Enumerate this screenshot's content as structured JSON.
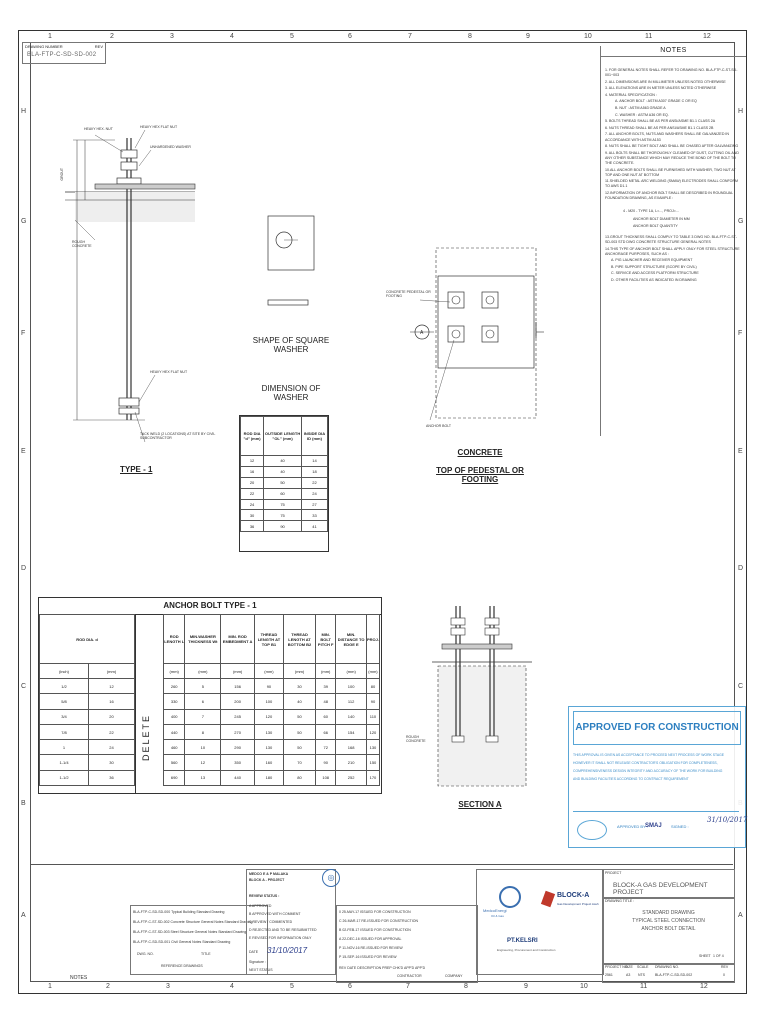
{
  "sheet": {
    "grid_cols": [
      "1",
      "2",
      "3",
      "4",
      "5",
      "6",
      "7",
      "8",
      "9",
      "10",
      "11",
      "12"
    ],
    "grid_rows": [
      "A",
      "B",
      "C",
      "D",
      "E",
      "F",
      "G",
      "H"
    ]
  },
  "drawing_number_box": {
    "label": "DRAWING NUMBER",
    "value": "BLA-FTP-C-SD-SD-002",
    "rev_label": "REV"
  },
  "notes": {
    "title": "NOTES",
    "items": [
      "1. FOR GENERAL NOTES SHALL REFER TO DRAWING NO. BLA-FTP-C-ST-SD-001~003",
      "2. ALL DIMENSIONS ARE IN MILLIMETER UNLESS NOTED OTHERWISE",
      "3. ALL ELEVATIONS ARE IN METER UNLESS NOTED OTHERWISE",
      "4. MATERIAL SPECIFICATION :",
      "A. ANCHOR BOLT : ASTM A307 GRADE C OR EQ",
      "B. NUT : ASTM A563 GRADE A",
      "C. WASHER : ASTM A36 OR EQ.",
      "5. BOLTS THREAD SHALL BE AS PER ANSI/ASME B1.1 CLASS 2A",
      "6. NUTS THREAD SHALL BE AS PER ANSI/ASME B1.1 CLASS 2B",
      "7. ALL ANCHOR BOLTS, NUTS AND WASHERS SHALL BE GALVANIZED IN ACCORDANCE WITH ASTM A153",
      "8. NUTS SHALL BE TIGHT BOLT AND SHALL BE CHASED AFTER GALVANIZING",
      "9. ALL BOLTS SHALL BE THOROUGHLY CLEANED OF DUST, CUTTING OIL AND ANY OTHER SUBSTANCE WHICH MAY REDUCE THE BOND OF THE BOLT TO THE CONCRETE.",
      "10.ALL ANCHOR BOLTS SHALL BE FURNISHED WITH WASHER, TWO NUT AT TOP AND ONE NUT AT BOTTOM",
      "11.SHIELDED METAL ARC WELDING (SMAW) ELECTRODES SHALL CONFORM TO AWS D1.1",
      "12.INFORMATION OF ANCHOR BOLT SHALL BE DESCRIBED IN ROUNDUAL FOUNDATION DRAWING, AS EXAMPLE :",
      "4 - M20 - TYPE 1A, L=..., PROJ=...",
      "ANCHOR BOLT DIAMETER IN MM",
      "ANCHOR BOLT QUANTITY",
      "13.GROUT THICKNESS SHALL COMPLY TO TABLE 3 DWG NO. BLA-FTP-C-ST-SD-003 STD DWG CONCRETE STRUCTURE GENERAL NOTES",
      "14.THIS TYPE OF ANCHOR BOLT SHALL APPLY ONLY FOR STEEL STRUCTURE ANCHORAGE PURPOSES, SUCH AS :",
      "A. PIG LAUNCHER AND RECEIVER EQUIPMENT",
      "B. PIPE SUPPORT STRUCTURE (SCOPE BY CIVIL)",
      "C. SERVICE AND ACCESS PLATFORM STRUCTURE",
      "D. OTHER FACILITIES AS INDICATED IN DRAWING"
    ]
  },
  "type1": {
    "title": "TYPE - 1",
    "labels": {
      "heavy_hex_nut": "HEAVY HEX. NUT",
      "heavy_hex_flat_nut_top": "HEAVY HEX FLAT NUT",
      "unhardened_washer": "UNHARDENED WASHER",
      "rough_concrete": "ROUGH CONCRETE",
      "heavy_hex_flat_nut_bottom": "HEAVY HEX FLAT NUT",
      "tack_weld": "TACK WELD (2 LOCATIONS) AT SITE BY CIVIL SUBCONTRACTOR",
      "grout": "GROUT",
      "projection": "PROJ."
    }
  },
  "washer": {
    "shape_title": "SHAPE OF SQUARE WASHER",
    "dimension_title": "DIMENSION OF WASHER",
    "headers": [
      "ROD DIA \"d\" (mm)",
      "OUTSIDE LENGTH \"OL\" (mm)",
      "INSIDE DIA ID (mm)"
    ],
    "rows": [
      [
        "12",
        "40",
        "14"
      ],
      [
        "16",
        "40",
        "18"
      ],
      [
        "20",
        "50",
        "22"
      ],
      [
        "22",
        "60",
        "24"
      ],
      [
        "24",
        "75",
        "27"
      ],
      [
        "30",
        "75",
        "33"
      ],
      [
        "36",
        "90",
        "41"
      ]
    ]
  },
  "concrete": {
    "title_line1": "CONCRETE",
    "title_line2": "TOP OF PEDESTAL OR FOOTING",
    "pedestal_label": "CONCRETE PEDESTAL OR FOOTING",
    "anchor_bolt_label": "ANCHOR BOLT",
    "section_marker": "A"
  },
  "anchor_table": {
    "title": "ANCHOR BOLT TYPE - 1",
    "delete_label": "DELETE",
    "headers": [
      "ROD DIA. d",
      "ROD LENGTH L",
      "MIN.WASHER THICKNESS Wt",
      "MIN. ROD EMBEDMENT A",
      "THREAD LENGTH AT TOP B1",
      "THREAD LENGTH AT BOTTOM B2",
      "MIN. BOLT PITCH F",
      "MIN. DISTANCE TO EDGE E",
      "PROJ."
    ],
    "units": [
      "(inch)",
      "(mm)",
      "(mm)",
      "(mm)",
      "(mm)",
      "(mm)",
      "(mm)",
      "(mm)",
      "(mm)",
      "(mm)"
    ],
    "rows": [
      [
        "1/2",
        "12",
        "260",
        "5",
        "156",
        "90",
        "30",
        "39",
        "100",
        "80"
      ],
      [
        "5/8",
        "16",
        "330",
        "6",
        "200",
        "100",
        "40",
        "48",
        "112",
        "90"
      ],
      [
        "3/4",
        "20",
        "400",
        "7",
        "245",
        "120",
        "50",
        "60",
        "140",
        "110"
      ],
      [
        "7/8",
        "22",
        "440",
        "8",
        "270",
        "130",
        "50",
        "66",
        "154",
        "120"
      ],
      [
        "1",
        "24",
        "460",
        "10",
        "290",
        "130",
        "50",
        "72",
        "168",
        "130"
      ],
      [
        "1-1/4",
        "30",
        "560",
        "12",
        "350",
        "160",
        "70",
        "90",
        "210",
        "150"
      ],
      [
        "1-1/2",
        "36",
        "690",
        "13",
        "440",
        "180",
        "80",
        "108",
        "252",
        "170"
      ]
    ]
  },
  "section_a": {
    "title": "SECTION A",
    "rough_concrete": "ROUGH CONCRETE"
  },
  "approved": {
    "title": "APPROVED FOR CONSTRUCTION",
    "text": [
      "THIS APPROVAL IS GIVEN AS ACCEPTANCE TO PROCEED NEXT PROCESS OF WORK STAGE",
      "HOWEVER IT SHALL NOT RELEASE CONTRACTOR'S OBLIGATION FOR COMPLETENESS,",
      "COMPREHENSIVENESS DESIGN INTEGRITY AND ACCURACY OF THE WORK FOR BUILDING",
      "AND BUILDING FACILITIES ACCORDING TO CONTRACT REQUIREMENT"
    ],
    "approved_by_label": "APPROVED BY :",
    "approved_by": "SMAJ",
    "signed_label": "SIGNED :",
    "date": "31/10/2017"
  },
  "title_block": {
    "owner_line1": "MEDCO E & P MALAKA",
    "owner_line2": "BLOCK A - PROJECT",
    "review_status": "REVIEW STATUS :",
    "statuses": [
      "A APPROVED",
      "B APPROVED WITH COMMENT",
      "C REVIEW / COMMENTED",
      "D REJECTED AND TO BE RESUBMITTED",
      "E REVISED FOR INFORMATION ONLY"
    ],
    "date_label": "DATE",
    "date_value": "31/10/2017",
    "signature_label": "Signature :",
    "next_status": "NEXT STATUS",
    "ref_drawings": [
      [
        "BLA-FTP-C-SD-SD-000",
        "Typical Building Standard Drawing"
      ],
      [
        "BLA-FTP-C-ST-SD-002",
        "Concrete Structure General Notes Standard Drawing"
      ],
      [
        "BLA-FTP-C-ST-SD-003",
        "Steel Structure General Notes Standard Drawing"
      ],
      [
        "BLA-FTP-C-SD-SD-001",
        "Civil General Notes Standard Drawing"
      ]
    ],
    "ref_headers": [
      "DWG. NO.",
      "TITLE"
    ],
    "reference_drawings_label": "REFERENCE DRAWINGS",
    "revisions": [
      [
        "0",
        "25-MAY-17",
        "ISSUED FOR CONSTRUCTION"
      ],
      [
        "C",
        "26-MAR-17",
        "RE-ISSUED FOR CONSTRUCTION"
      ],
      [
        "B",
        "02-FEB-17",
        "ISSUED FOR CONSTRUCTION"
      ],
      [
        "A",
        "22-DEC-16",
        "ISSUED FOR APPROVAL"
      ],
      [
        "P",
        "11-NOV-16",
        "RE-ISSUED FOR REVIEW"
      ],
      [
        "P",
        "15-SEP-16",
        "ISSUED FOR REVIEW"
      ]
    ],
    "rev_headers": [
      "REV",
      "DATE",
      "DESCRIPTION",
      "PREP",
      "CHK'D",
      "APP'D",
      "APP'D"
    ],
    "contractor_label": "CONTRACTOR",
    "company_label": "COMPANY",
    "client_logo": "MedcoEnergi",
    "client_sub": "Oil & Gas",
    "block_a_logo": "BLOCK-A",
    "block_a_sub": "Gas Development Project Aceh",
    "contractor_logo": "PT.KELSRI",
    "contractor_sub": "Engineering, Procurement and Construction",
    "project_label": "PROJECT",
    "project_name": "BLOCK-A GAS DEVELOPMENT PROJECT",
    "drawing_title_label": "DRAWING TITLE :",
    "drawing_title": [
      "STANDARD DRAWING",
      "TYPICAL STEEL CONNECTION",
      "ANCHOR BOLT DETAIL"
    ],
    "sheet_label": "SHEET",
    "sheet_value": "1 OF 4",
    "project_no_label": "PROJECT NO.",
    "project_no": "2561",
    "size_label": "SIZE",
    "size": "A3",
    "scale_label": "SCALE",
    "scale": "NTS",
    "drawing_no_label": "DRAWING NO.",
    "drawing_no": "BLA-FTP-C-SD-SD-002",
    "rev_label": "REV",
    "rev": "0",
    "notes_footer": "NOTES"
  }
}
